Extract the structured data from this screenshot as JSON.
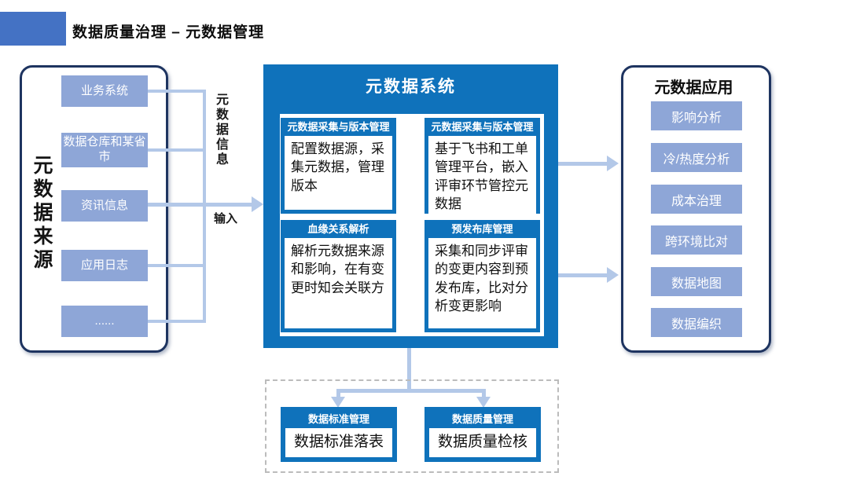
{
  "header": {
    "title": "数据质量治理 – 元数据管理"
  },
  "sources": {
    "vertical_title": "元数据来源",
    "items": [
      "业务系统",
      "数据仓库和某省市",
      "资讯信息",
      "应用日志",
      "......"
    ]
  },
  "flow": {
    "meta_info_vertical_label": "元数据信息",
    "input_label": "输入"
  },
  "system": {
    "title": "元数据系统",
    "modules": [
      {
        "header": "元数据采集与版本管理",
        "body": "配置数据源，采集元数据，管理版本"
      },
      {
        "header": "元数据采集与版本管理",
        "body": "基于飞书和工单管理平台，嵌入评审环节管控元数据"
      },
      {
        "header": "血缘关系解析",
        "body": "解析元数据来源和影响，在有变更时知会关联方"
      },
      {
        "header": "预发布库管理",
        "body": "采集和同步评审的变更内容到预发布库，比对分析变更影响"
      }
    ]
  },
  "applications": {
    "title": "元数据应用",
    "items": [
      "影响分析",
      "冷/热度分析",
      "成本治理",
      "跨环境比对",
      "数据地图",
      "数据编织"
    ]
  },
  "downstream": {
    "modules": [
      {
        "header": "数据标准管理",
        "body": "数据标准落表"
      },
      {
        "header": "数据质量管理",
        "body": "数据质量检核"
      }
    ]
  },
  "colors": {
    "accent": "#4472c4",
    "primary_blue": "#0f72bb",
    "light_blue_chip": "#8ea6d7",
    "connector": "#b3c8e8",
    "navy_border": "#1e3460",
    "dashed_border": "#bcbcbc"
  }
}
